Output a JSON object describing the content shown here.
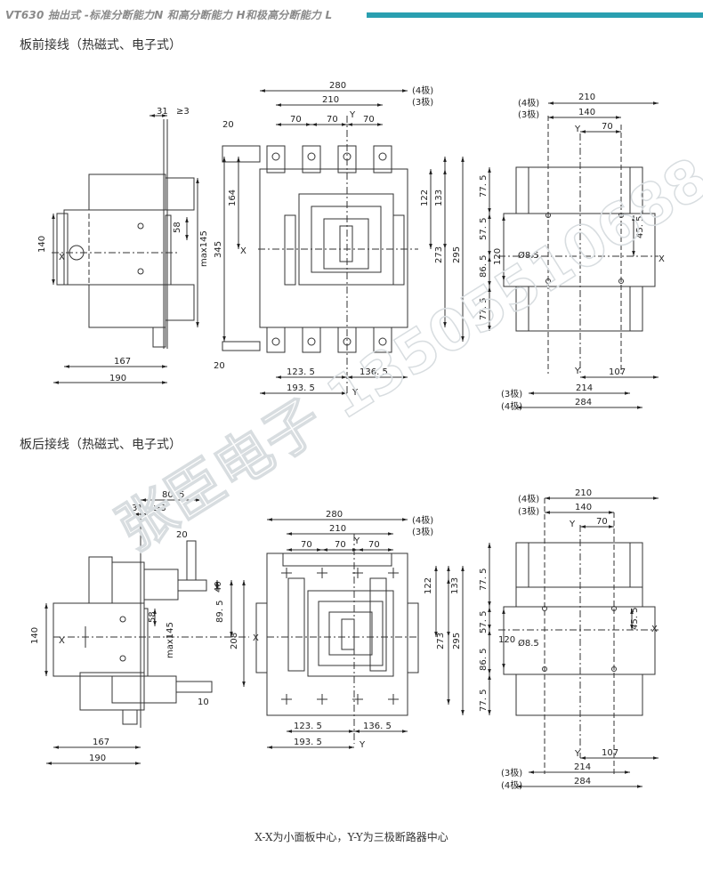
{
  "header": {
    "title": "VT630 抽出式 -标准分断能力N 和高分断能力 H和极高分断能力 L",
    "accent_color": "#2a9fb0"
  },
  "sections": {
    "front": {
      "title": "板前接线（热磁式、电子式）"
    },
    "rear": {
      "title": "板后接线（热磁式、电子式）"
    }
  },
  "footer": {
    "note": "X-X为小面板中心，Y-Y为三极断路器中心"
  },
  "watermark": {
    "text": "张臣电子 13505510688"
  },
  "labels": {
    "X": "X",
    "Y": "Y",
    "pole4": "(4极)",
    "pole3": "(3极)",
    "hole": "Ø8.5",
    "ge3": "≥3",
    "max145": "max145"
  },
  "front_side": {
    "d31": "31",
    "d20a": "20",
    "d140": "140",
    "d58": "58",
    "d167": "167",
    "d190": "190",
    "d20b": "20"
  },
  "front_main": {
    "d280": "280",
    "d210": "210",
    "d70a": "70",
    "d70b": "70",
    "d70c": "70",
    "d164": "164",
    "d345": "345",
    "d122": "122",
    "d133": "133",
    "d273": "273",
    "d295": "295",
    "d1235": "123. 5",
    "d1365": "136. 5",
    "d1935": "193. 5"
  },
  "front_back": {
    "d210": "210",
    "d140": "140",
    "d70": "70",
    "d775a": "77. 5",
    "d575": "57. 5",
    "d120": "120",
    "d865": "86. 5",
    "d775b": "77. 5",
    "d455": "45. 5",
    "d107": "107",
    "d214": "214",
    "d284": "284"
  },
  "rear_side": {
    "d805": "80. 5",
    "d31": "31",
    "d20": "20",
    "d40": "40",
    "d895": "89. 5",
    "d208": "208",
    "d140": "140",
    "d58": "58",
    "d10": "10",
    "d167": "167",
    "d190": "190"
  },
  "rear_main": {
    "d280": "280",
    "d210": "210",
    "d70a": "70",
    "d70b": "70",
    "d70c": "70",
    "d122": "122",
    "d133": "133",
    "d273": "273",
    "d295": "295",
    "d1235": "123. 5",
    "d1365": "136. 5",
    "d1935": "193. 5"
  },
  "rear_back": {
    "d210": "210",
    "d140": "140",
    "d70": "70",
    "d775a": "77. 5",
    "d575": "57. 5",
    "d120": "120",
    "d865": "86. 5",
    "d775b": "77. 5",
    "d455": "45. 5",
    "d107": "107",
    "d214": "214",
    "d284": "284"
  }
}
